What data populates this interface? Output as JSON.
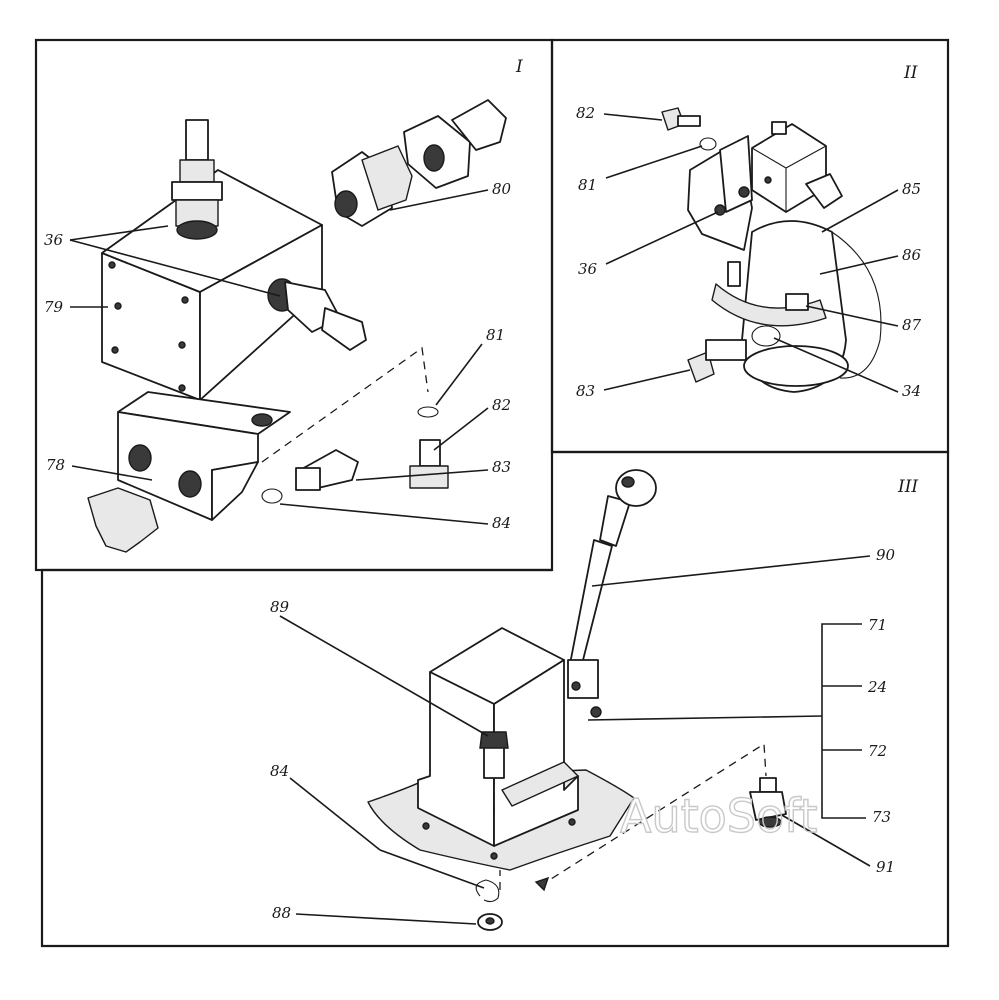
{
  "panels": [
    {
      "id": "panel-1",
      "roman": "I"
    },
    {
      "id": "panel-2",
      "roman": "II"
    },
    {
      "id": "panel-3",
      "roman": "III"
    }
  ],
  "callouts": {
    "p1": [
      "36",
      "79",
      "78",
      "80",
      "81",
      "82",
      "83",
      "84"
    ],
    "p2": [
      "82",
      "81",
      "36",
      "85",
      "86",
      "87",
      "34",
      "83"
    ],
    "p3": [
      "89",
      "84",
      "88",
      "90",
      "71",
      "24",
      "72",
      "73",
      "91"
    ]
  },
  "watermark": "AutoSoft"
}
